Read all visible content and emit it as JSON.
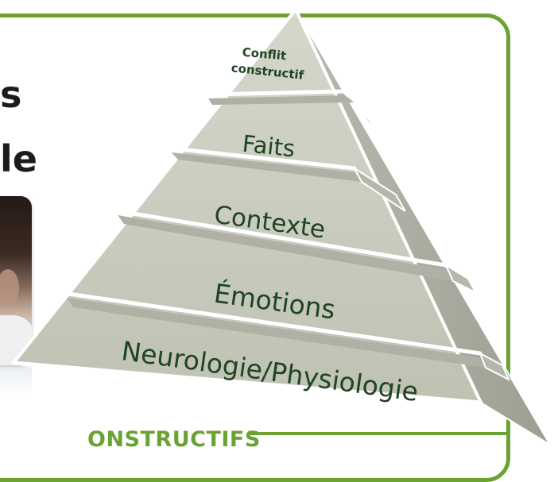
{
  "heading": {
    "line1_fragment": "s",
    "line2_fragment": "le"
  },
  "footer_caption": "ONSTRUCTIFS",
  "pyramid": {
    "levels": [
      {
        "label_lines": [
          "Conflit",
          "constructif"
        ]
      },
      {
        "label_lines": [
          "Faits"
        ]
      },
      {
        "label_lines": [
          "Contexte"
        ]
      },
      {
        "label_lines": [
          "Émotions"
        ]
      },
      {
        "label_lines": [
          "Neurologie/Physiologie"
        ]
      }
    ]
  },
  "colors": {
    "frame_green": "#6aa331",
    "pyramid_face": "#c7cabc",
    "pyramid_side": "#a9ac9f",
    "label_text": "#1f4423"
  }
}
